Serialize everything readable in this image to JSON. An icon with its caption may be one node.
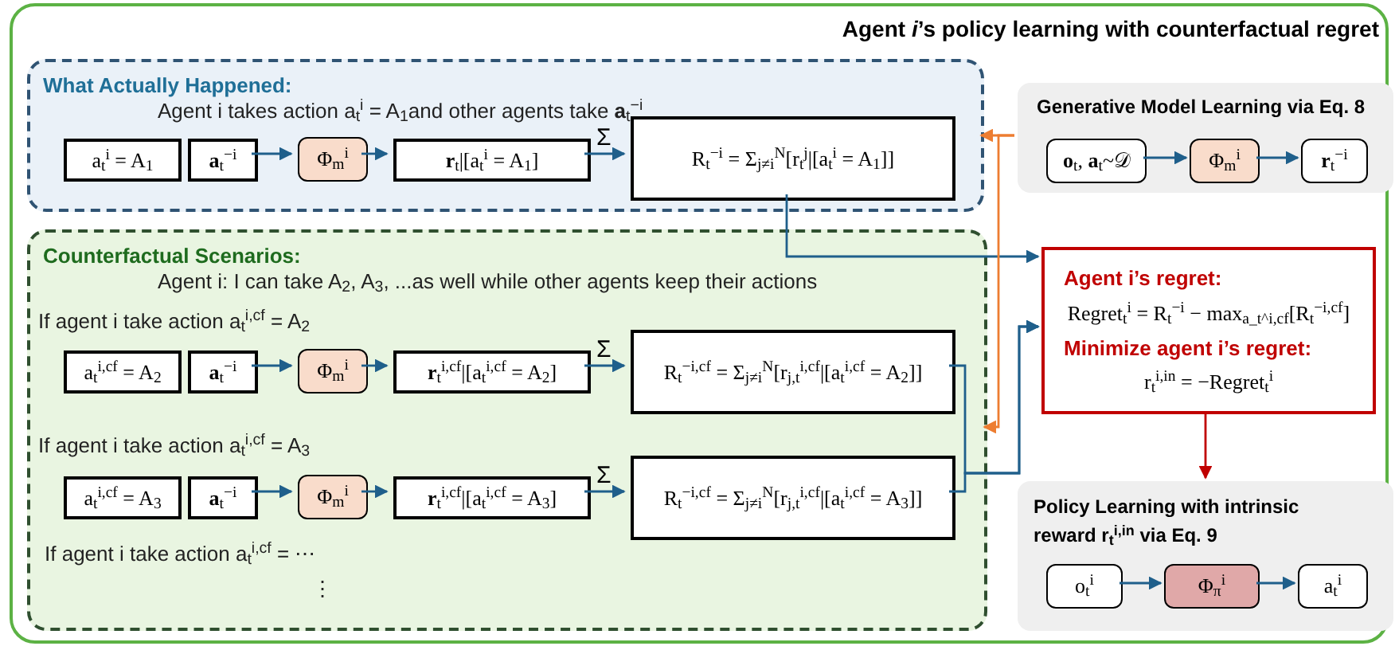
{
  "diagram": {
    "title": "Agent *i*’s policy learning with counterfactual regret",
    "nodes": [
      {
        "text": [],
        "shape": "box"
      },
      {
        "text": [
          "What Actually Happened:",
          "Agent i takes action a$_{t}$$^{i}$ = A$_{1}$and other agents take **a**$_{t}$$^{−i}$"
        ],
        "in": 0
      },
      {
        "text": [
          "a$_{t}$$^{i}$ = A$_{1}$"
        ],
        "in": 1
      },
      {
        "text": [
          "**a**$_{t}$$^{−i}$"
        ],
        "in": 1
      },
      {
        "text": [
          "Φ$_{m}$$^{i}$"
        ],
        "in": 1
      },
      {
        "text": [
          "**r**$_{t}$|[a$_{t}$$^{i}$ = A$_{1}$]"
        ],
        "in": 1
      },
      {
        "text": [
          "R$_{t}$$^{−i}$ = Σ$_{j≠i}$$^{N}$[r$_{t}$$^{j}$|[a$_{t}$$^{i}$ = A$_{1}$]]"
        ],
        "in": 1
      },
      {
        "text": [
          "Counterfactual Scenarios:",
          "Agent i: I can take A$_{2}$, A$_{3}$, ...as well while other agents keep their actions"
        ],
        "in": 0
      },
      {
        "text": [
          "a$_{t}$$^{i,cf}$ = A$_{2}$"
        ],
        "in": 7
      },
      {
        "text": [
          "**a**$_{t}$$^{−i}$"
        ],
        "in": 7
      },
      {
        "text": [
          "Φ$_{m}$$^{i}$"
        ],
        "in": 7
      },
      {
        "text": [
          "**r**$_{t}$$^{i,cf}$|[a$_{t}$$^{i,cf}$ = A$_{2}$]"
        ],
        "in": 7
      },
      {
        "text": [
          "R$_{t}$$^{−i,cf}$ = Σ$_{j≠i}$$^{N}$[r$_{j,t}$$^{i,cf}$|[a$_{t}$$^{i,cf}$ = A$_{2}$]]"
        ],
        "in": 7
      },
      {
        "text": [
          "a$_{t}$$^{i,cf}$ = A$_{3}$"
        ],
        "in": 7
      },
      {
        "text": [
          "**a**$_{t}$$^{−i}$"
        ],
        "in": 7
      },
      {
        "text": [
          "Φ$_{m}$$^{i}$"
        ],
        "in": 7
      },
      {
        "text": [
          "**r**$_{t}$$^{i,cf}$|[a$_{t}$$^{i,cf}$ = A$_{3}$]"
        ],
        "in": 7
      },
      {
        "text": [
          "R$_{t}$$^{−i,cf}$ = Σ$_{j≠i}$$^{N}$[r$_{j,t}$$^{i,cf}$|[a$_{t}$$^{i,cf}$ = A$_{3}$]]"
        ],
        "in": 7
      },
      {
        "text": [
          "Generative Model Learning via Eq. 8"
        ],
        "in": 0
      },
      {
        "text": [
          "**o**$_{t}$, **a**$_{t}$~𝒟"
        ],
        "in": 18
      },
      {
        "text": [
          "Φ$_{m}$$^{i}$"
        ],
        "in": 18
      },
      {
        "text": [
          "**r**$_{t}$$^{−i}$"
        ],
        "in": 18
      },
      {
        "text": [
          "Agent i’s regret:",
          "Regret$_{t}$$^{i}$ = R$_{t}$$^{−i}$ − max$_{a_t^i,cf}$[R$_{t}$$^{−i,cf}$]",
          "Minimize agent i’s regret:",
          "r$_{t}$$^{i,in}$ = −Regret$_{t}$$^{i}$"
        ],
        "in": 0
      },
      {
        "text": [
          "Policy Learning with intrinsic reward r$_{t}$$^{i,in}$ via Eq. 9"
        ],
        "in": 0
      },
      {
        "text": [
          "o$_{t}$$^{i}$"
        ],
        "in": 23
      },
      {
        "text": [
          "Φ$_{π}$$^{i}$"
        ],
        "in": 23
      },
      {
        "text": [
          "a$_{t}$$^{i}$"
        ],
        "in": 23
      }
    ],
    "edges": [
      {
        "from": 3,
        "to": 4,
        "arrow": "to"
      },
      {
        "from": 4,
        "to": 5,
        "arrow": "to"
      },
      {
        "from": 5,
        "to": 6,
        "arrow": "to",
        "label": "Σ"
      },
      {
        "from": 9,
        "to": 10,
        "arrow": "to"
      },
      {
        "from": 10,
        "to": 11,
        "arrow": "to"
      },
      {
        "from": 11,
        "to": 12,
        "arrow": "to",
        "label": "Σ"
      },
      {
        "from": 14,
        "to": 15,
        "arrow": "to"
      },
      {
        "from": 15,
        "to": 16,
        "arrow": "to"
      },
      {
        "from": 16,
        "to": 17,
        "arrow": "to",
        "label": "Σ"
      },
      {
        "from": 19,
        "to": 20,
        "arrow": "to"
      },
      {
        "from": 20,
        "to": 21,
        "arrow": "to"
      },
      {
        "from": 24,
        "to": 25,
        "arrow": "to"
      },
      {
        "from": 25,
        "to": 26,
        "arrow": "to"
      },
      {
        "from": 6,
        "to": 22,
        "arrow": "to"
      },
      {
        "from": 12,
        "to": 22,
        "arrow": "to"
      },
      {
        "from": 17,
        "to": 22,
        "arrow": "to"
      },
      {
        "from": 18,
        "to": 1,
        "arrow": "to",
        "color": "#ed7d31"
      },
      {
        "from": 18,
        "to": 7,
        "arrow": "to",
        "color": "#ed7d31"
      },
      {
        "from": 22,
        "to": 23,
        "arrow": "to",
        "color": "#c00000"
      }
    ],
    "labels": [
      "If agent i take action a$_{t}$$^{i,cf}$ = A$_{2}$",
      "If agent i take action a$_{t}$$^{i,cf}$ = A$_{3}$",
      "If agent i take action a$_{t}$$^{i,cf}$ = ⋯",
      "⋮"
    ]
  }
}
